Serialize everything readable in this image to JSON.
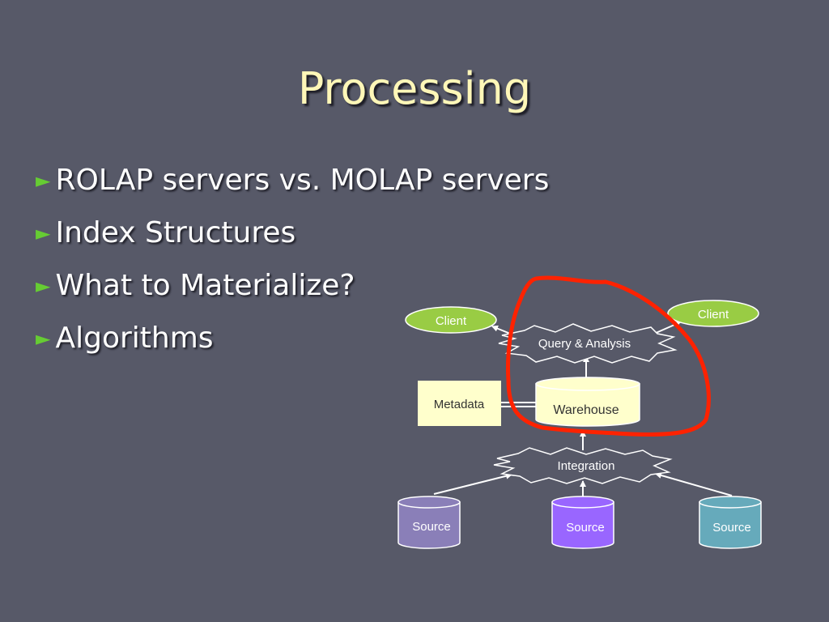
{
  "slide": {
    "title": "Processing",
    "bullets": [
      "ROLAP servers vs. MOLAP servers",
      "Index Structures",
      "What to Materialize?",
      "Algorithms"
    ],
    "bullet_icon": "triangle-right-icon"
  },
  "diagram": {
    "client_left": "Client",
    "client_right": "Client",
    "query_analysis": "Query & Analysis",
    "metadata": "Metadata",
    "warehouse": "Warehouse",
    "integration": "Integration",
    "source_left": "Source",
    "source_center": "Source",
    "source_right": "Source"
  },
  "colors": {
    "background": "#575968",
    "title": "#fff7b8",
    "bullet_arrow": "#66cc33",
    "client_fill": "#99cc44",
    "warehouse_fill": "#ffffcc",
    "source_left_fill": "#8a7fb8",
    "source_center_fill": "#9966ff",
    "source_right_fill": "#66aabb",
    "annotation_circle": "#ff2200"
  }
}
